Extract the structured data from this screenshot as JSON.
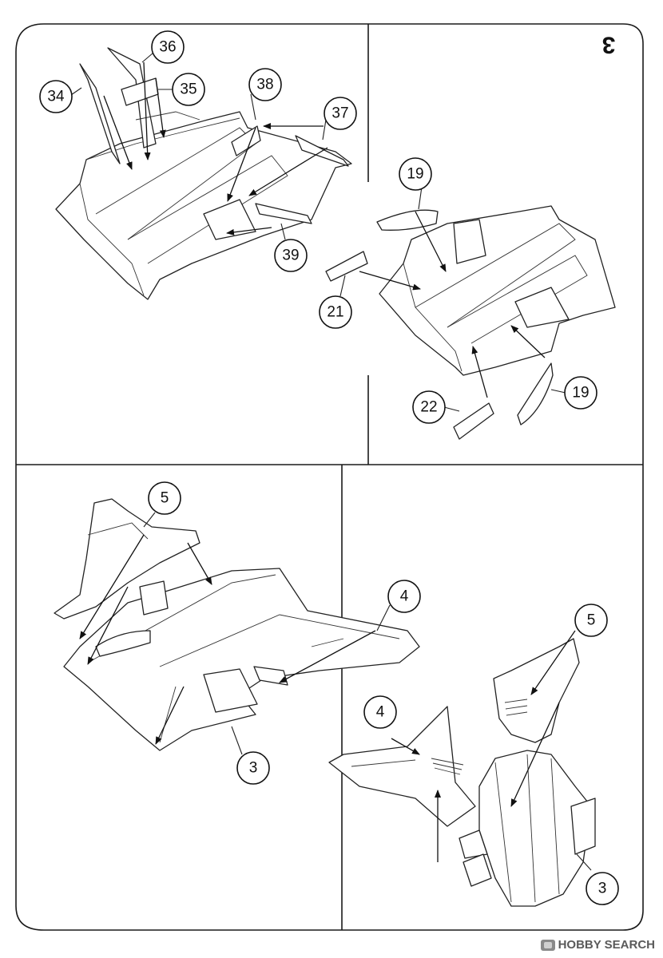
{
  "step": "3",
  "panels": [
    {
      "id": "top-left",
      "callouts": [
        "36",
        "35",
        "34",
        "38",
        "37",
        "39"
      ]
    },
    {
      "id": "top-right",
      "callouts": [
        "19",
        "21",
        "22",
        "19"
      ]
    },
    {
      "id": "bottom-left",
      "callouts": [
        "5",
        "4",
        "3"
      ]
    },
    {
      "id": "bottom-right",
      "callouts": [
        "5",
        "4",
        "3"
      ]
    }
  ],
  "watermark": {
    "brand": "HOBBY SEARCH"
  },
  "colors": {
    "ink": "#111111",
    "paper": "#ffffff",
    "watermark": "#5a5a5a"
  }
}
